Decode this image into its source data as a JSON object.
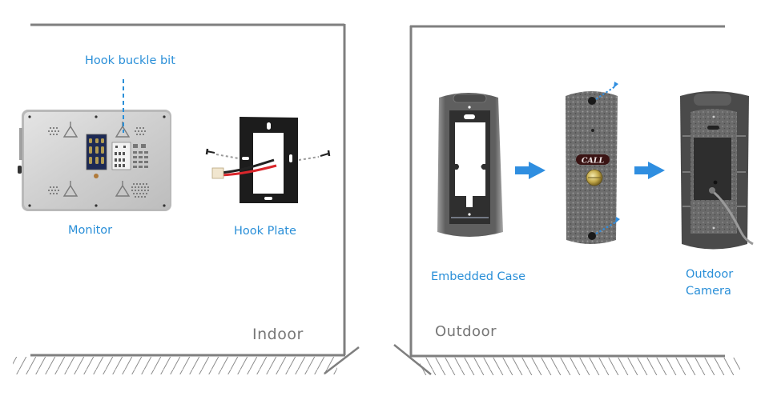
{
  "indoor": {
    "title": "Indoor",
    "callout": "Hook buckle bit",
    "items": [
      {
        "name": "monitor",
        "label": "Monitor"
      },
      {
        "name": "hook-plate",
        "label": "Hook Plate"
      }
    ]
  },
  "outdoor": {
    "title": "Outdoor",
    "items": [
      {
        "name": "embedded-case",
        "label": "Embedded Case"
      },
      {
        "name": "doorbell-panel",
        "label": "",
        "button_text": "CALL"
      },
      {
        "name": "outdoor-camera",
        "label_line1": "Outdoor",
        "label_line2": "Camera"
      }
    ],
    "flow": [
      "Embedded Case",
      "Doorbell Panel",
      "Outdoor Camera"
    ]
  },
  "colors": {
    "accent": "#2a8fd8",
    "wall": "#7f7f7f",
    "room_text": "#777777"
  }
}
